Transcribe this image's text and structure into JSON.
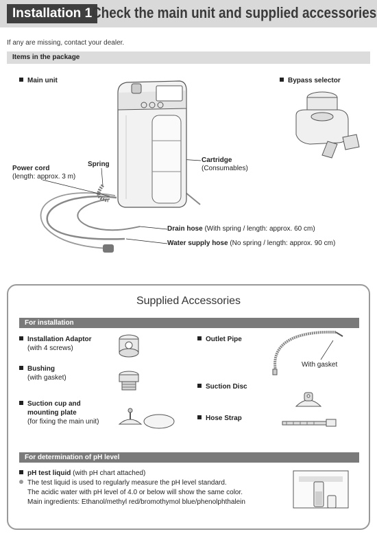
{
  "header": {
    "badge": "Installation 1",
    "title": "Check the main unit and supplied accessories"
  },
  "note": "If any are missing, contact your dealer.",
  "package": {
    "heading": "Items in the package",
    "main_unit": "Main unit",
    "bypass_selector": "Bypass selector",
    "spring": "Spring",
    "power_cord": "Power cord",
    "power_cord_detail": "(length: approx. 3 m)",
    "cartridge": "Cartridge",
    "cartridge_detail": "(Consumables)",
    "drain_hose": "Drain hose",
    "drain_hose_detail": " (With spring / length: approx. 60 cm)",
    "water_supply_hose": "Water supply hose",
    "water_supply_hose_detail": " (No spring / length: approx. 90 cm)"
  },
  "accessories": {
    "title": "Supplied Accessories",
    "installation_heading": "For installation",
    "installation_adaptor": "Installation Adaptor",
    "installation_adaptor_detail": "(with 4 screws)",
    "bushing": "Bushing",
    "bushing_detail": "(with gasket)",
    "suction_cup_line1": "Suction cup and",
    "suction_cup_line2": "mounting plate",
    "suction_cup_detail": "(for fixing the main unit)",
    "outlet_pipe": "Outlet Pipe",
    "with_gasket": "With gasket",
    "suction_disc": "Suction Disc",
    "hose_strap": "Hose Strap",
    "ph_heading": "For determination of pH level",
    "ph_liquid": "pH test liquid",
    "ph_liquid_detail": " (with pH chart attached)",
    "ph_line1": "The test liquid is used to regularly measure the pH level standard.",
    "ph_line2": "The acidic water with pH level of 4.0 or below will show the same color.",
    "ph_line3": "Main ingredients: Ethanol/methyl red/bromothymol blue/phenolphthalein"
  }
}
